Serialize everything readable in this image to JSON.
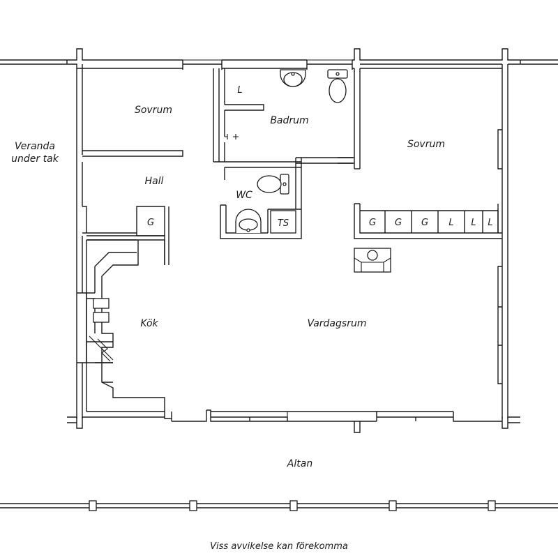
{
  "rooms": {
    "veranda_line1": "Veranda",
    "veranda_line2": "under tak",
    "bedroom_left": "Sovrum",
    "bedroom_right": "Sovrum",
    "hall": "Hall",
    "bathroom": "Badrum",
    "wc": "WC",
    "kitchen": "Kök",
    "living_room": "Vardagsrum",
    "patio": "Altan"
  },
  "fixtures": {
    "linen": "L",
    "hall_wardrobe": "G",
    "laundry": "TS",
    "closets": [
      "G",
      "G",
      "G",
      "L",
      "L",
      "L"
    ]
  },
  "disclaimer": "Viss avvikelse kan förekomma"
}
